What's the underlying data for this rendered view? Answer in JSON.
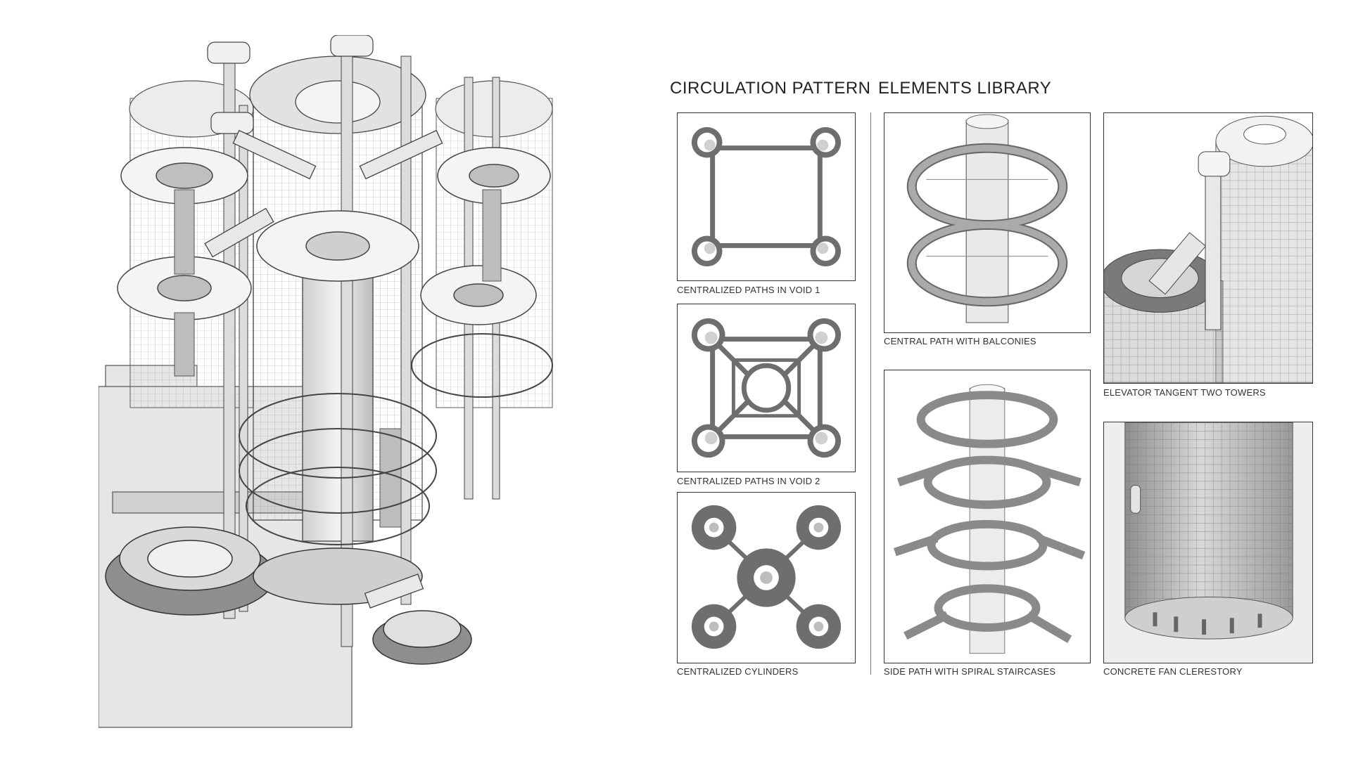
{
  "headings": {
    "circulation": "CIRCULATION PATTERN",
    "elements": "ELEMENTS LIBRARY"
  },
  "circulation_captions": [
    "CENTRALIZED PATHS IN VOID 1",
    "CENTRALIZED PATHS IN VOID 2",
    "CENTRALIZED CYLINDERS"
  ],
  "elements_captions": [
    "CENTRAL PATH WITH BALCONIES",
    "ELEVATOR TANGENT TWO TOWERS",
    "SIDE PATH WITH SPIRAL STAIRCASES",
    "CONCRETE FAN CLERESTORY"
  ],
  "colors": {
    "line": "#333333",
    "plan_fill": "#6e6e6e",
    "light": "#d9d9d9",
    "mid": "#a8a8a8"
  }
}
